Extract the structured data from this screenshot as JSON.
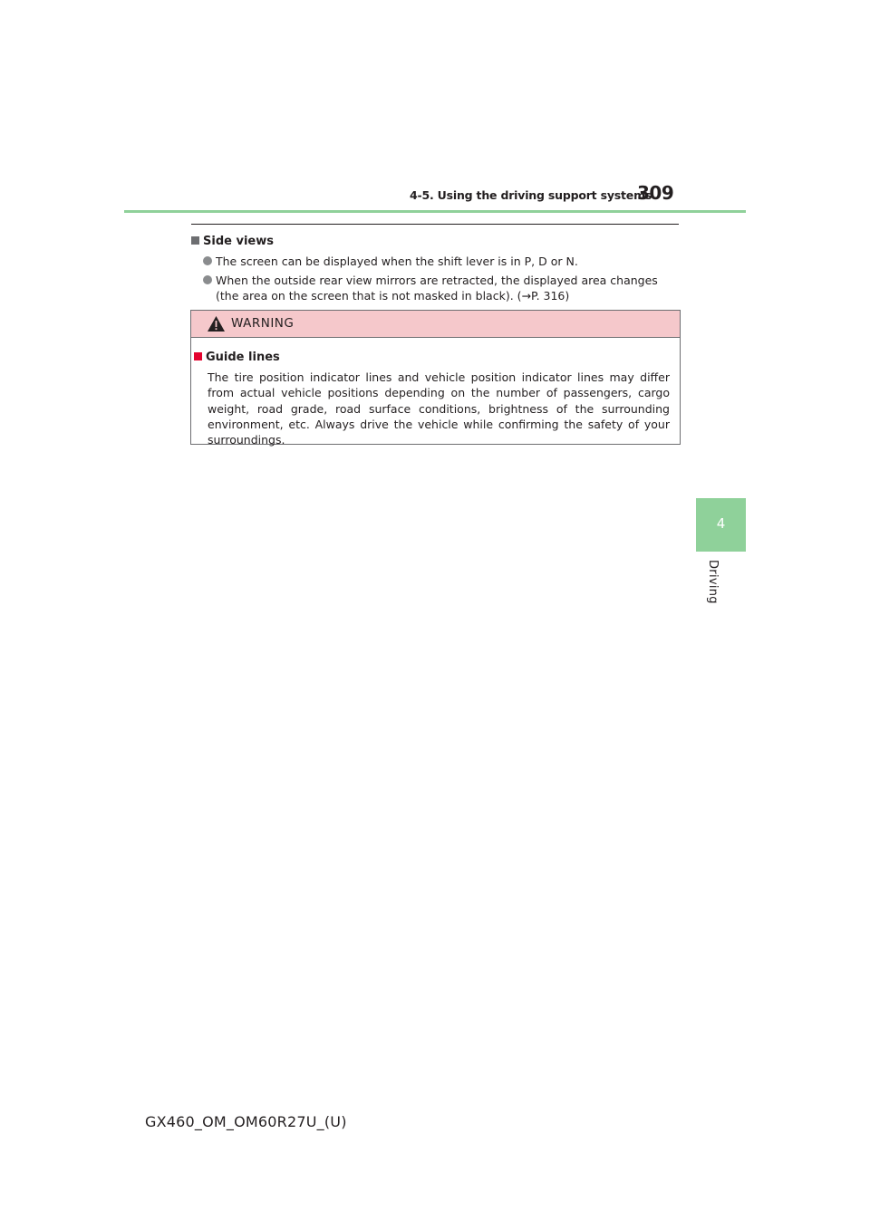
{
  "header": {
    "section": "4-5. Using the driving support systems",
    "page_number": "309"
  },
  "side_tab": {
    "number": "4",
    "label": "Driving"
  },
  "section": {
    "heading": "Side views",
    "bullets": [
      "The screen can be displayed when the shift lever is in P, D or N.",
      "When the outside rear view mirrors are retracted, the displayed area changes (the area on the screen that is not masked in black). (→P. 316)"
    ]
  },
  "warning": {
    "title": "WARNING",
    "subheading": "Guide lines",
    "body": "The tire position indicator lines and vehicle position indicator lines may differ from actual vehicle positions depending on the number of passengers, cargo weight, road grade, road surface conditions, brightness of the surrounding environment, etc. Always drive the vehicle while confirming the safety of your surroundings."
  },
  "footer": {
    "code": "GX460_OM_OM60R27U_(U)"
  },
  "colors": {
    "accent_green": "#8fd19a",
    "warning_pink": "#f5c8cb",
    "bullet_red": "#e4032e"
  }
}
